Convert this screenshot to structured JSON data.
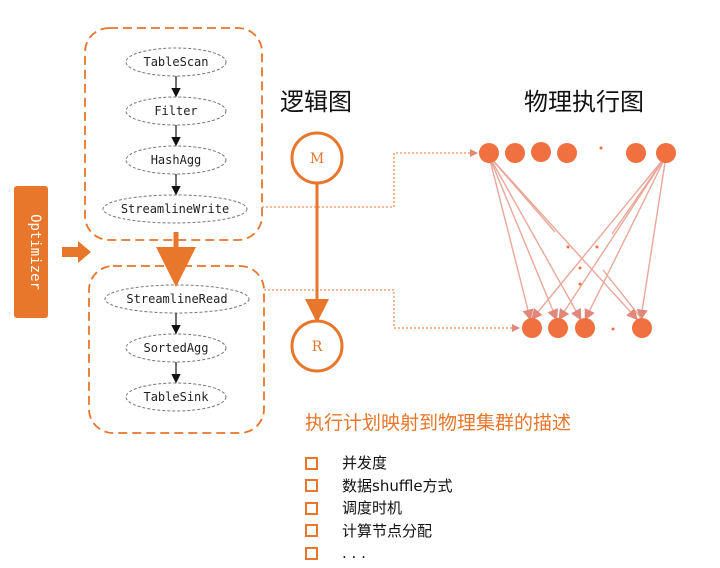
{
  "logical_stage_1": [
    "TableScan",
    "Filter",
    "HashAgg",
    "StreamlineWrite"
  ],
  "logical_stage_2": [
    "StreamlineRead",
    "SortedAgg",
    "TableSink"
  ],
  "optimizer_label": "Optimizer",
  "logical_graph_title": "逻辑图",
  "physical_graph_title": "物理执行图",
  "logical_nodes": {
    "map": "M",
    "reduce": "R"
  },
  "subtitle": "执行计划映射到物理集群的描述",
  "bullets": [
    "并发度",
    "数据shuffle方式",
    "调度时机",
    "计算节点分配",
    ". . ."
  ],
  "colors": {
    "accent": "#e8762b",
    "edge_light": "#eaa79a",
    "node_fill": "#f07040"
  }
}
